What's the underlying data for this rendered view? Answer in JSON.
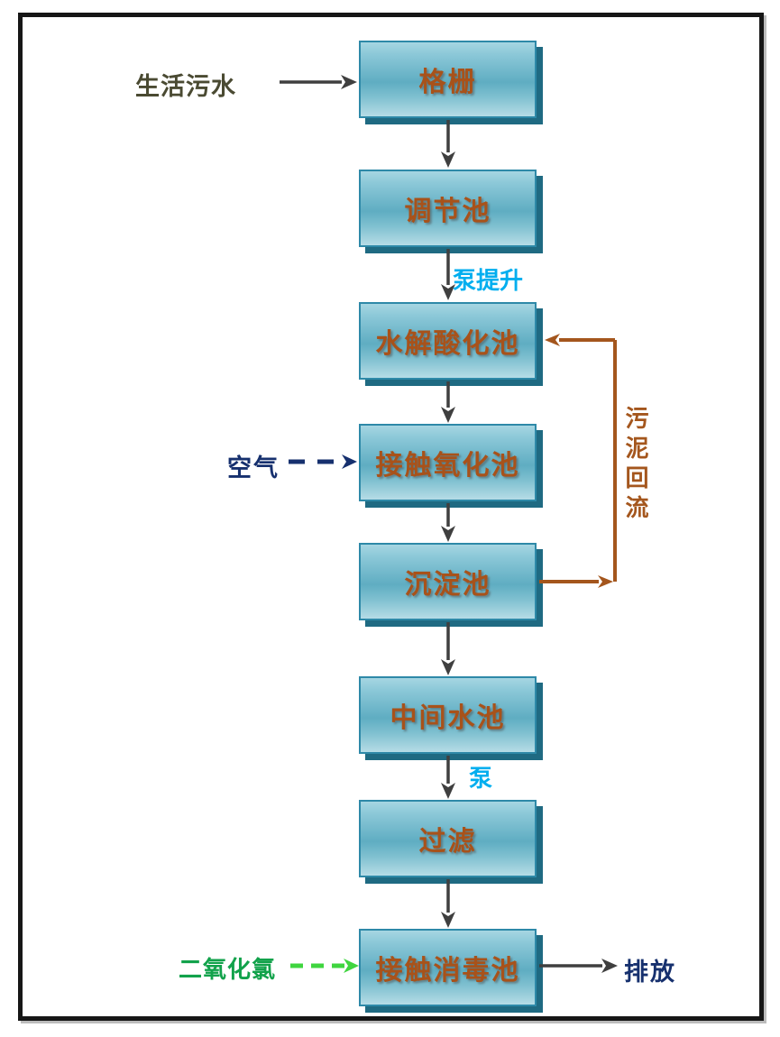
{
  "diagram": {
    "type": "flowchart",
    "subject": "sewage-treatment-process",
    "boxes": [
      {
        "id": "bar-screen",
        "label": "格栅"
      },
      {
        "id": "regulating-tank",
        "label": "调节池"
      },
      {
        "id": "hydrolysis-acidification-tank",
        "label": "水解酸化池"
      },
      {
        "id": "contact-oxidation-tank",
        "label": "接触氧化池"
      },
      {
        "id": "sedimentation-tank",
        "label": "沉淀池"
      },
      {
        "id": "intermediate-water-tank",
        "label": "中间水池"
      },
      {
        "id": "filtration",
        "label": "过滤"
      },
      {
        "id": "contact-disinfection-tank",
        "label": "接触消毒池"
      }
    ],
    "labels": {
      "influent": "生活污水",
      "pump_lift": "泵提升",
      "air": "空气",
      "sludge_return": "污泥回流",
      "pump": "泵",
      "chlorine_dioxide": "二氧化氯",
      "discharge": "排放"
    },
    "edges": [
      {
        "from": "生活污水",
        "to": "格栅",
        "style": "solid",
        "color": "#3f3f3f"
      },
      {
        "from": "格栅",
        "to": "调节池",
        "style": "solid",
        "color": "#3f3f3f"
      },
      {
        "from": "调节池",
        "to": "水解酸化池",
        "style": "solid",
        "color": "#3f3f3f",
        "label": "泵提升"
      },
      {
        "from": "水解酸化池",
        "to": "接触氧化池",
        "style": "solid",
        "color": "#3f3f3f"
      },
      {
        "from": "空气",
        "to": "接触氧化池",
        "style": "dashed",
        "color": "#16306e"
      },
      {
        "from": "接触氧化池",
        "to": "沉淀池",
        "style": "solid",
        "color": "#3f3f3f"
      },
      {
        "from": "沉淀池",
        "to": "水解酸化池",
        "style": "solid",
        "color": "#a4561d",
        "label": "污泥回流"
      },
      {
        "from": "沉淀池",
        "to": "中间水池",
        "style": "solid",
        "color": "#3f3f3f"
      },
      {
        "from": "中间水池",
        "to": "过滤",
        "style": "solid",
        "color": "#3f3f3f",
        "label": "泵"
      },
      {
        "from": "过滤",
        "to": "接触消毒池",
        "style": "solid",
        "color": "#3f3f3f"
      },
      {
        "from": "二氧化氯",
        "to": "接触消毒池",
        "style": "dashed",
        "color": "#3fd53f"
      },
      {
        "from": "接触消毒池",
        "to": "排放",
        "style": "solid",
        "color": "#3f3f3f"
      }
    ],
    "colors": {
      "box_gradient_top": "#a6d6e2",
      "box_gradient_mid": "#5fadc2",
      "box_gradient_bottom": "#b6dce6",
      "box_border": "#2e89a8",
      "box_shadow": "#1f6a82",
      "box_text": "#a8521a",
      "flow_arrow": "#3f3f3f",
      "pump_labels": "#00aeef",
      "air_label": "#16306e",
      "chlorine_label": "#12a24b",
      "chlorine_arrow": "#3fd53f",
      "sludge_loop": "#a4561d",
      "influent_label": "#4a4a32",
      "discharge_label": "#16306e",
      "frame_border": "#161616"
    }
  }
}
